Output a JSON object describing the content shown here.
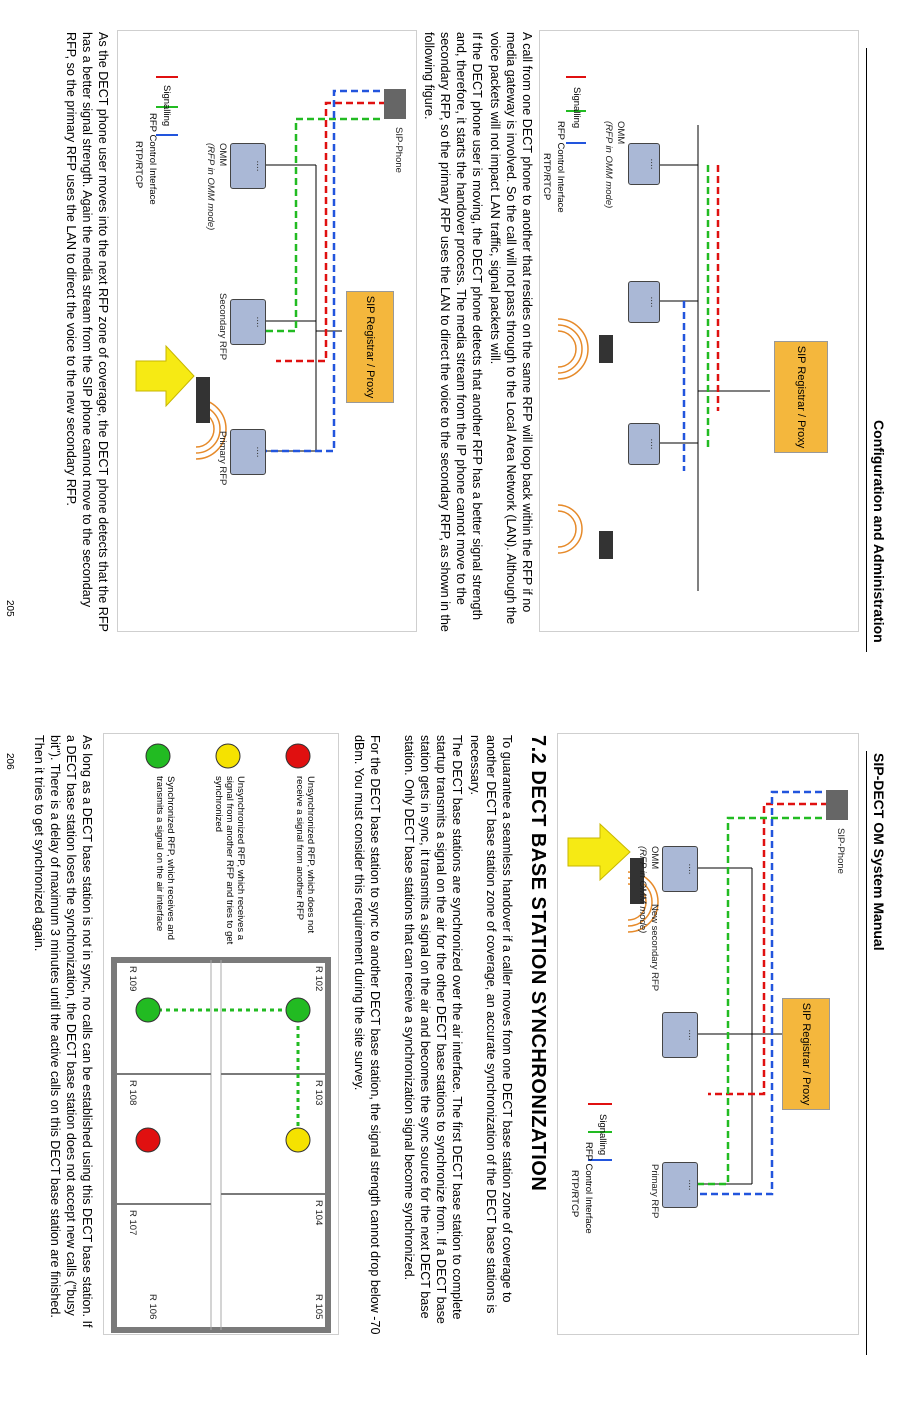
{
  "page_left": {
    "header": "Configuration and Administration",
    "page_number": "205",
    "para1": "A call from one DECT phone to another that resides on the same RFP will loop back within the RFP if no media gateway is involved. So the call will not pass through to the Local Area Network (LAN). Although the voice packets will not impact LAN traffic, signal packets will.",
    "para2": "If the DECT phone user is moving, the DECT phone detects that another RFP has a better signal strength and, therefore, it starts the handover process. The media stream from the IP phone cannot move to the secondary RFP, so the primary RFP uses the LAN to direct the voice to the secondary RFP, as shown in the following figure.",
    "para3": "As the DECT phone user moves into the next RFP zone of coverage, the DECT phone detects that the RFP has a better signal strength. Again the media stream from the SIP phone cannot move to the secondary RFP, so the primary RFP uses the LAN to direct the voice to the new secondary RFP.",
    "fig1": {
      "sip_proxy": "SIP Registrar / Proxy",
      "omm_label": "OMM",
      "omm_sub": "(RFP in OMM mode)",
      "dots": "....",
      "legend": [
        "Signalling",
        "RFP Control Interface",
        "RTP/RTCP"
      ]
    },
    "fig2": {
      "sip_proxy": "SIP Registrar / Proxy",
      "sip_phone": "SIP-Phone",
      "omm_label": "OMM",
      "omm_sub": "(RFP in OMM mode)",
      "secondary": "Secondary RFP",
      "primary": "Primary RFP",
      "dots": "....",
      "legend": [
        "Signalling",
        "RFP Control Interface",
        "RTP/RTCP"
      ]
    }
  },
  "page_right": {
    "header": "SIP-DECT OM System Manual",
    "page_number": "206",
    "section_title": "7.2   DECT BASE STATION SYNCHRONIZATION",
    "para1": "To guarantee a seamless handover if a caller moves from one DECT base station zone of coverage to another DECT base station zone of coverage, an accurate synchronization of the DECT base stations is necessary.",
    "para2": "The DECT base stations are synchronized over the air interface. The first DECT base station to complete startup transmits a signal on the air for the other DECT base stations to synchronize from. If a DECT base station gets in sync, it transmits a signal on the air and becomes the sync source for the next DECT base station. Only DECT base stations that can receive a synchronization signal become synchronized.",
    "para3": "For the DECT base station to sync to another DECT base station, the signal strength cannot drop below -70 dBm. You must consider this requirement during the site survey.",
    "para4": "As long as a DECT base station is not in sync, no calls can be established using this DECT base station. If a DECT base station loses the synchronization, the DECT base station does not accept new calls (\"busy bit\"). There is a delay of maximum 3 minutes until the active calls on this DECT base station are finished. Then it tries to get synchronized again.",
    "fig3": {
      "sip_proxy": "SIP Registrar / Proxy",
      "sip_phone": "SIP-Phone",
      "omm_label": "OMM",
      "omm_sub": "(RFP in OMM mode)",
      "new_secondary": "New secondary RFP",
      "primary": "Primary RFP",
      "dots": "....",
      "legend": [
        "Signalling",
        "RFP Control Interface",
        "RTP/RTCP"
      ]
    },
    "fig4": {
      "legend": [
        {
          "color": "#e01010",
          "text": "Unsynchronized RFP, which does not receive a signal from another RFP"
        },
        {
          "color": "#f5e200",
          "text": "Unsynchronized RFP, which receives a signal from another RFP and tries to get synchronized"
        },
        {
          "color": "#22bb22",
          "text": "Synchronized RFP, which receives and transmits a signal on the air interface"
        }
      ],
      "rooms": [
        "R 102",
        "R 103",
        "R 104",
        "R 105",
        "R 106",
        "R 107",
        "R 108",
        "R 109"
      ]
    }
  }
}
